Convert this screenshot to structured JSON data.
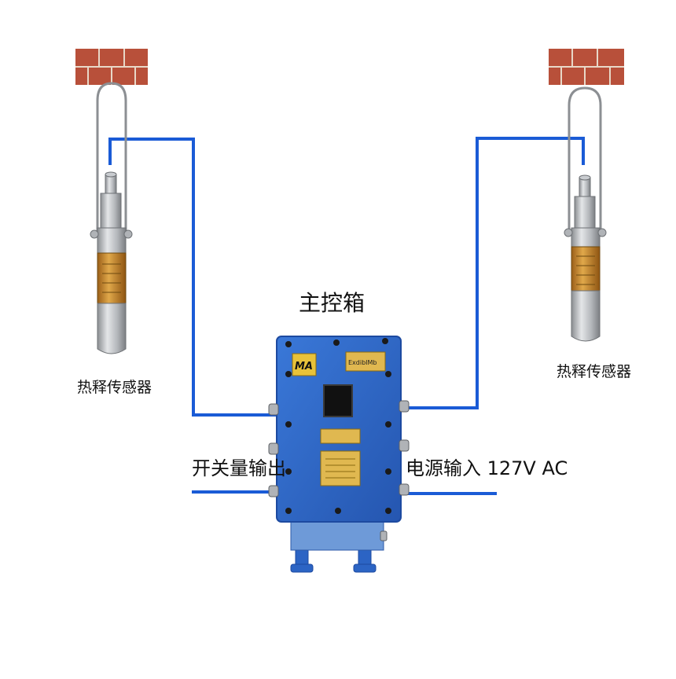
{
  "labels": {
    "main_box": "主控箱",
    "sensor_left": "热释传感器",
    "sensor_right": "热释传感器",
    "switch_output": "开关量输出",
    "power_input": "电源输入 127V AC"
  },
  "box": {
    "logo": "MA",
    "plate_text": "ExdibⅠMb"
  },
  "colors": {
    "wire": "#1a5bd6",
    "box": "#2c64c4",
    "brick": "#b8503a",
    "mortar": "#e8d8c8",
    "cylinder": "#b0b3b7",
    "label_band": "#c8842a",
    "background": "#ffffff"
  }
}
